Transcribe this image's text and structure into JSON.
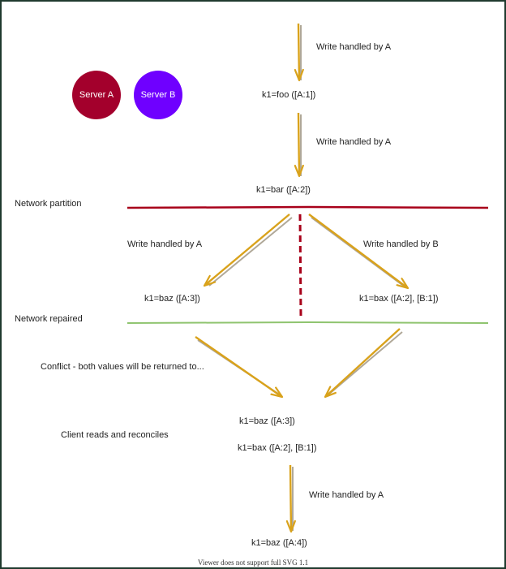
{
  "servers": [
    {
      "label": "Server A",
      "color": "#a3002c"
    },
    {
      "label": "Server B",
      "color": "#6f00ff"
    }
  ],
  "labels": {
    "write_a_1": "Write handled by A",
    "value_foo": "k1=foo ([A:1])",
    "write_a_2": "Write handled by A",
    "value_bar": "k1=bar ([A:2])",
    "network_partition": "Network partition",
    "write_a_3": "Write handled by A",
    "write_b": "Write handled by B",
    "value_baz_a3": "k1=baz ([A:3])",
    "value_bax": "k1=bax ([A:2], [B:1])",
    "network_repaired": "Network repaired",
    "conflict": "Conflict - both values will be returned to...",
    "client_reads": "Client reads and reconciles",
    "returned_baz": "k1=baz ([A:3])",
    "returned_bax": "k1=bax ([A:2], [B:1])",
    "write_a_4": "Write handled by A",
    "value_baz_a4": "k1=baz ([A:4])"
  },
  "footer": "Viewer does not support full SVG 1.1",
  "colors": {
    "arrow": "#d9a21b",
    "arrow_shadow": "#b0a898",
    "partition_line": "#a8001a",
    "repaired_line": "#8fc46f",
    "frame": "#1f3a2e"
  }
}
